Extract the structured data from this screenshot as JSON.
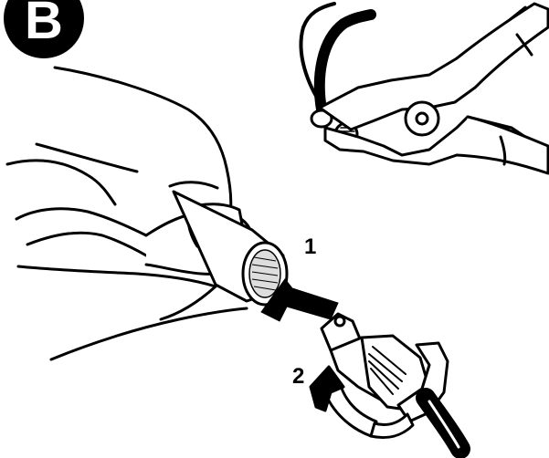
{
  "badge": {
    "letter": "B",
    "background_color": "#000000",
    "text_color": "#ffffff"
  },
  "steps": [
    {
      "number": "1"
    },
    {
      "number": "2"
    }
  ],
  "colors": {
    "line": "#000000",
    "paper": "#ffffff"
  },
  "icons": {
    "hand": "hand-holding-cap-icon",
    "cutters": "wire-cutters-icon",
    "connector": "cable-connector-icon",
    "push_arrow": "push-arrow-icon",
    "rotate_arrow": "rotate-arrow-icon"
  }
}
